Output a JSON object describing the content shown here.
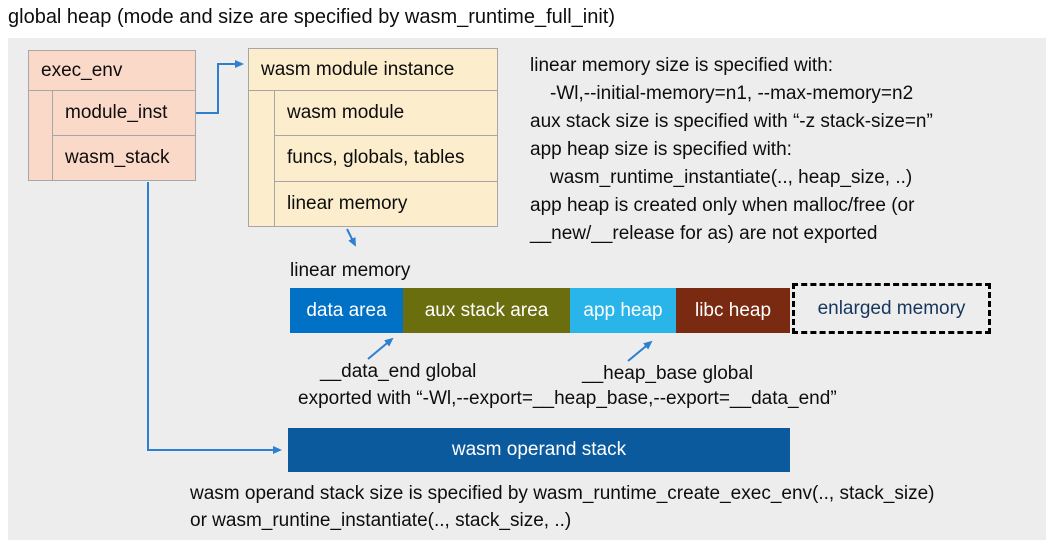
{
  "title": "global heap (mode and size are specified by wasm_runtime_full_init)",
  "exec_env": {
    "header": "exec_env",
    "rows": [
      "module_inst",
      "wasm_stack"
    ]
  },
  "module_instance": {
    "header": "wasm module instance",
    "rows": [
      "wasm module",
      "funcs, globals, tables",
      "linear memory"
    ]
  },
  "right_notes": {
    "line1": "linear memory size is specified with:",
    "line2": "-Wl,--initial-memory=n1, --max-memory=n2",
    "line3": "aux stack size is specified with “-z stack-size=n”",
    "line4": "app heap size is specified with:",
    "line5": "wasm_runtime_instantiate(.., heap_size, ..)",
    "line6": "app heap is created only when malloc/free (or",
    "line7": "__new/__release for as) are not exported"
  },
  "linear_memory": {
    "label": "linear memory",
    "segments": [
      {
        "label": "data area",
        "color": "#0071c5"
      },
      {
        "label": "aux stack area",
        "color": "#6a6e0e"
      },
      {
        "label": "app heap",
        "color": "#29b5ea"
      },
      {
        "label": "libc heap",
        "color": "#7b2a12"
      }
    ],
    "enlarged": {
      "label": "enlarged memory",
      "text_color": "#17365d"
    }
  },
  "globals_notes": {
    "data_end": "__data_end global",
    "heap_base": "__heap_base global",
    "exported": "exported with “-Wl,--export=__heap_base,--export=__data_end”"
  },
  "operand_stack": {
    "label": "wasm operand stack",
    "color": "#0c5a9e",
    "note_line1": "wasm operand stack size is specified by wasm_runtime_create_exec_env(.., stack_size)",
    "note_line2": "or wasm_runtine_instantiate(.., stack_size, ..)"
  },
  "colors": {
    "panel_bg": "#ededed",
    "exec_env_fill": "#fbd9c8",
    "module_instance_fill": "#fcedcd",
    "arrow": "#2e7fd0",
    "box_border": "#a6a6a6"
  }
}
